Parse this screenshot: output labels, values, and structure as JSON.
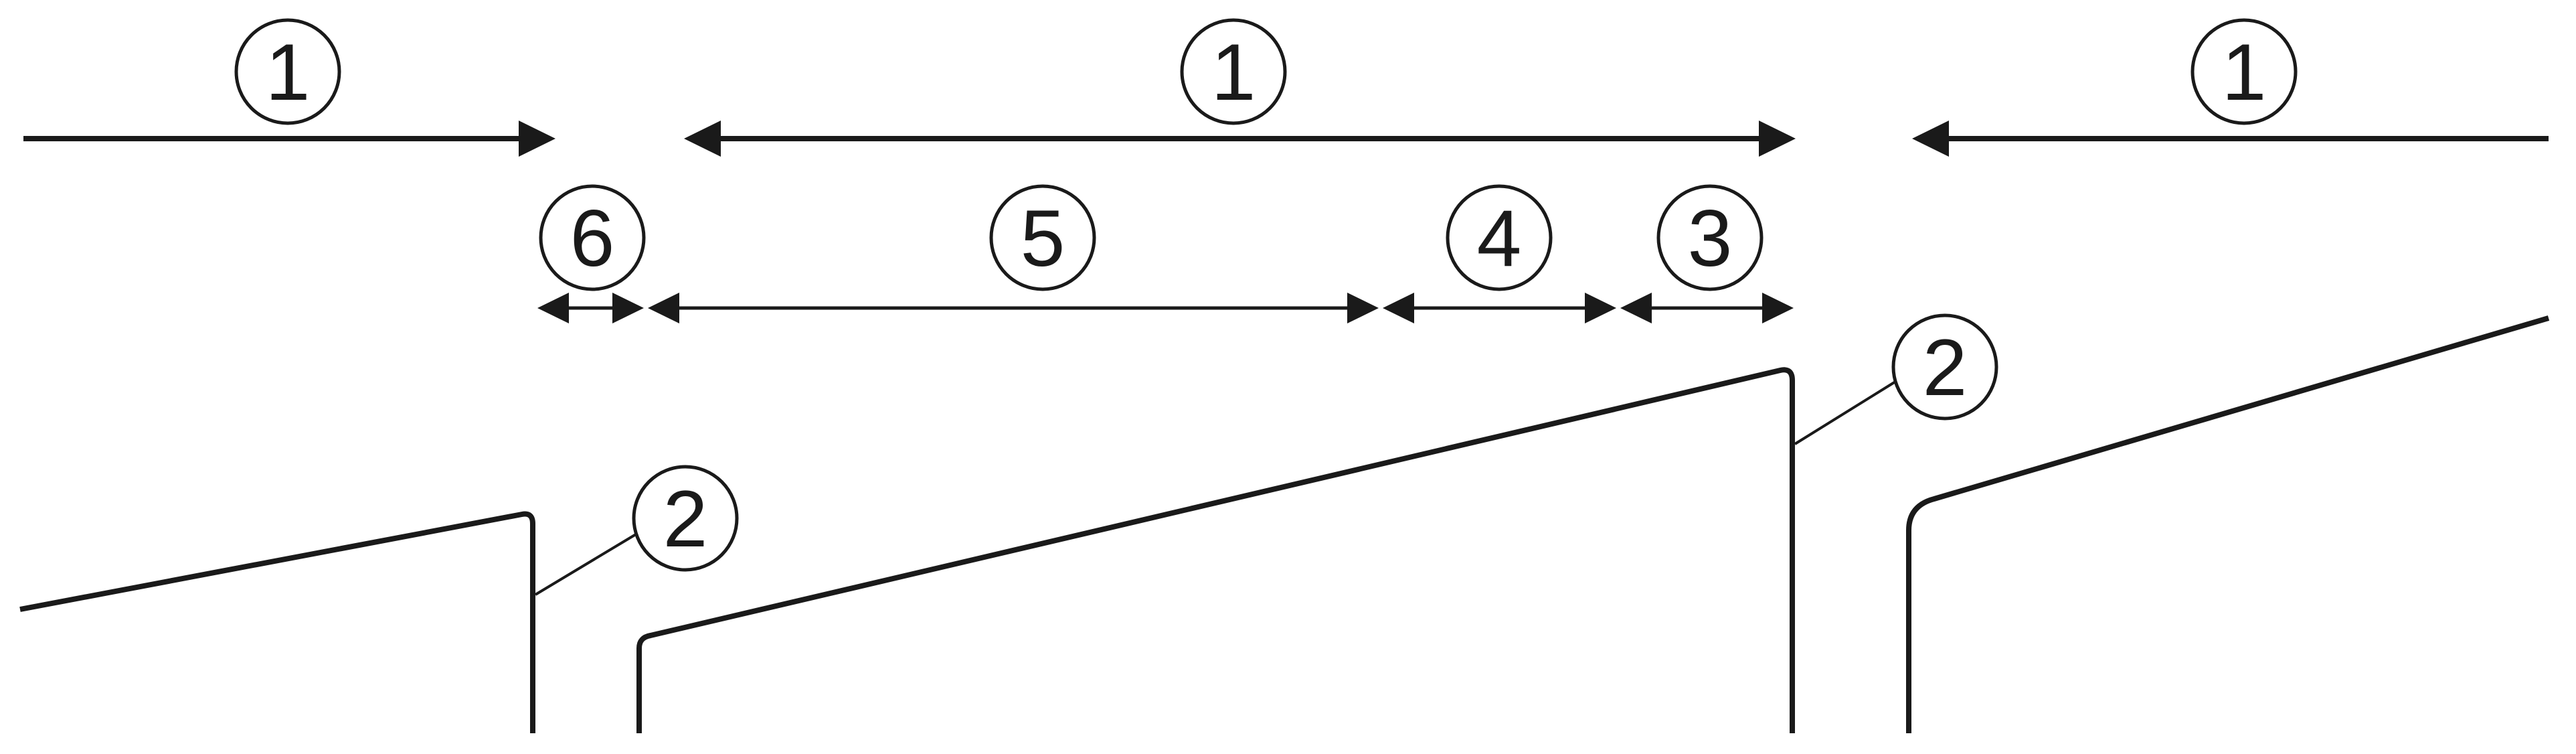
{
  "labels": {
    "arrow_1_left": "1",
    "arrow_1_middle": "1",
    "arrow_1_right": "1",
    "dim_6": "6",
    "dim_5": "5",
    "dim_4": "4",
    "dim_3": "3",
    "callout_2_left": "2",
    "callout_2_right": "2"
  },
  "colors": {
    "stroke": "#1a1a1a",
    "background": "#ffffff"
  }
}
